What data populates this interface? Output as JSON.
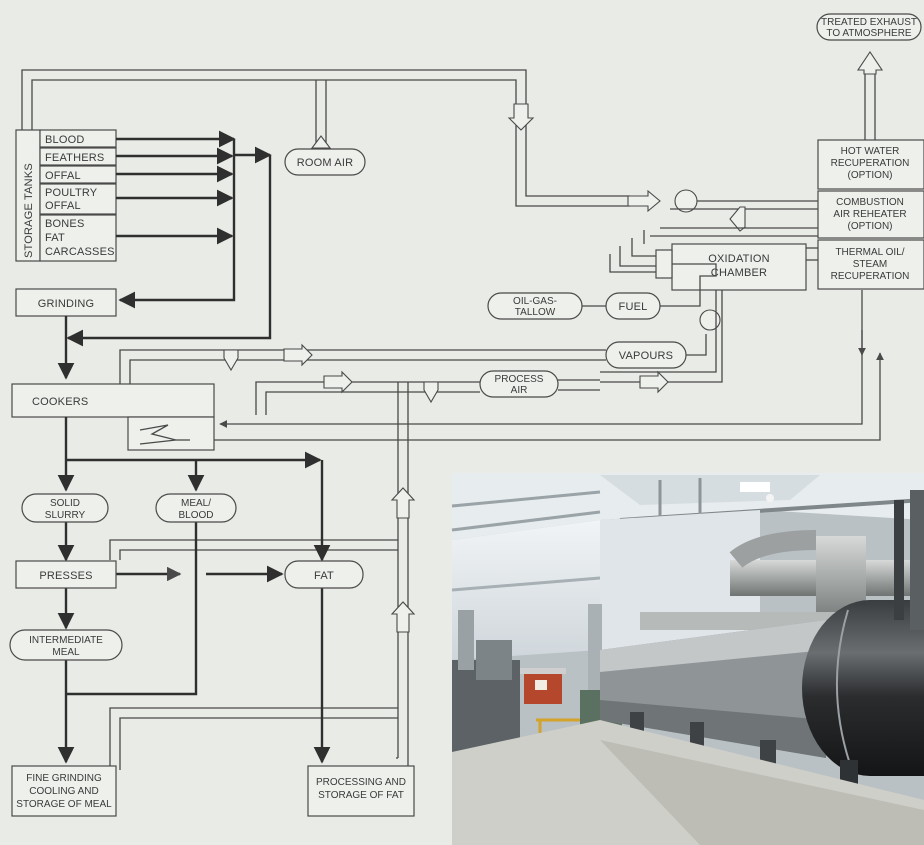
{
  "labels": {
    "treated_exhaust": [
      "TREATED EXHAUST",
      "TO ATMOSPHERE"
    ],
    "storage_tanks": "STORAGE TANKS",
    "blood": "BLOOD",
    "feathers": "FEATHERS",
    "offal": "OFFAL",
    "poultry_offal": [
      "POULTRY",
      "OFFAL"
    ],
    "bones_fat_carcasses": [
      "BONES",
      "FAT",
      "CARCASSES"
    ],
    "room_air": "ROOM AIR",
    "hot_water": [
      "HOT WATER",
      "RECUPERATION",
      "(OPTION)"
    ],
    "combustion_air": [
      "COMBUSTION",
      "AIR REHEATER",
      "(OPTION)"
    ],
    "oxidation_chamber": [
      "OXIDATION",
      "CHAMBER"
    ],
    "thermal_oil": [
      "THERMAL OIL/",
      "STEAM",
      "RECUPERATION"
    ],
    "oil_gas_tallow": [
      "OIL-GAS-",
      "TALLOW"
    ],
    "fuel": "FUEL",
    "grinding": "GRINDING",
    "vapours": "VAPOURS",
    "process_air": [
      "PROCESS",
      "AIR"
    ],
    "cookers": "COOKERS",
    "solid_slurry": [
      "SOLID",
      "SLURRY"
    ],
    "meal_blood": [
      "MEAL/",
      "BLOOD"
    ],
    "presses": "PRESSES",
    "fat": "FAT",
    "intermediate_meal": [
      "INTERMEDIATE",
      "MEAL"
    ],
    "fine_grinding": [
      "FINE GRINDING",
      "COOLING AND",
      "STORAGE OF MEAL"
    ],
    "processing_fat": [
      "PROCESSING AND",
      "STORAGE OF FAT"
    ]
  },
  "colors": {
    "background": "#e8ebe6",
    "line": "#4a4a4a",
    "thick_line": "#2f2f2f"
  }
}
